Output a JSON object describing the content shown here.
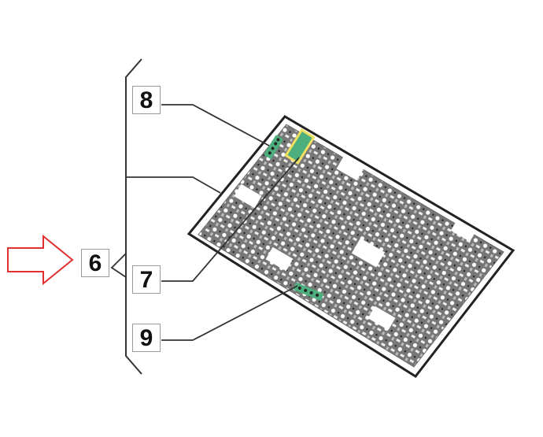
{
  "callouts": {
    "c8": "8",
    "c6": "6",
    "c7": "7",
    "c9": "9"
  },
  "colors": {
    "arrow": "#e03030",
    "connector": "#4caf7d",
    "highlight": "#f0e060",
    "line": "#333333"
  }
}
